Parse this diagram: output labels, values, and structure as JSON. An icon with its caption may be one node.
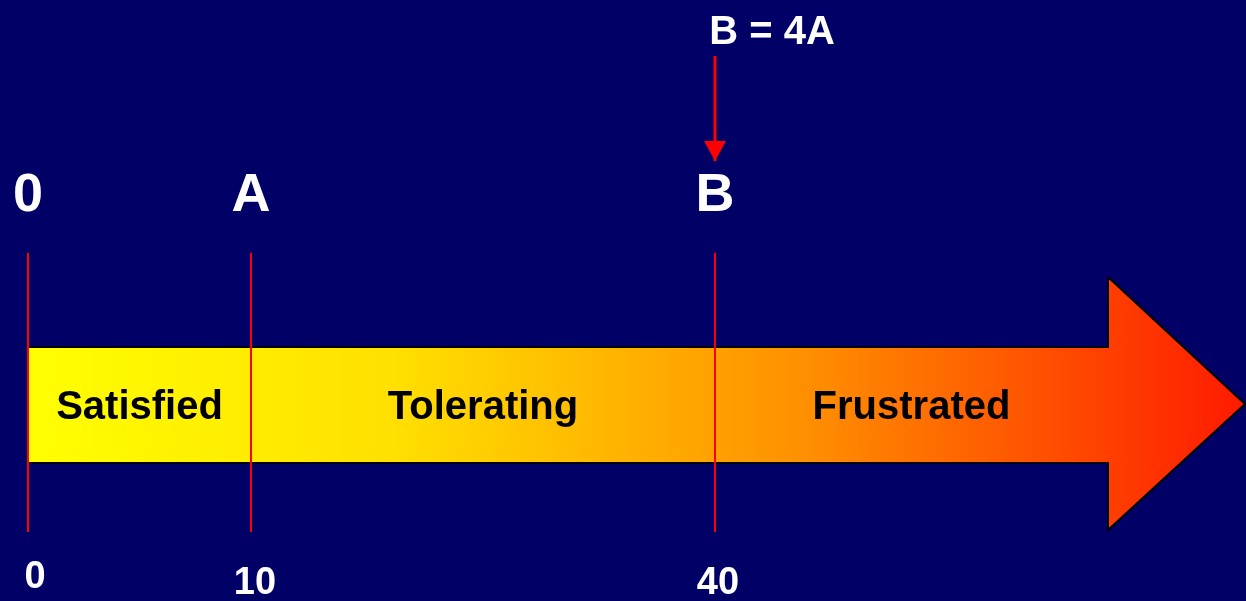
{
  "diagram": {
    "nodes": [
      {
        "text": [],
        "shape": "arrow"
      },
      {
        "text": [
          "Satisfied"
        ],
        "in": 0
      },
      {
        "text": [
          "Tolerating"
        ],
        "in": 0
      },
      {
        "text": [
          "Frustrated"
        ],
        "in": 0
      },
      {
        "text": [
          "B = 4A"
        ]
      },
      {
        "text": [
          "B"
        ]
      }
    ],
    "edges": [
      {
        "from": 4,
        "to": 5,
        "arrow": "to"
      }
    ],
    "labels": [
      "0",
      "A",
      "0",
      "10",
      "40"
    ]
  }
}
